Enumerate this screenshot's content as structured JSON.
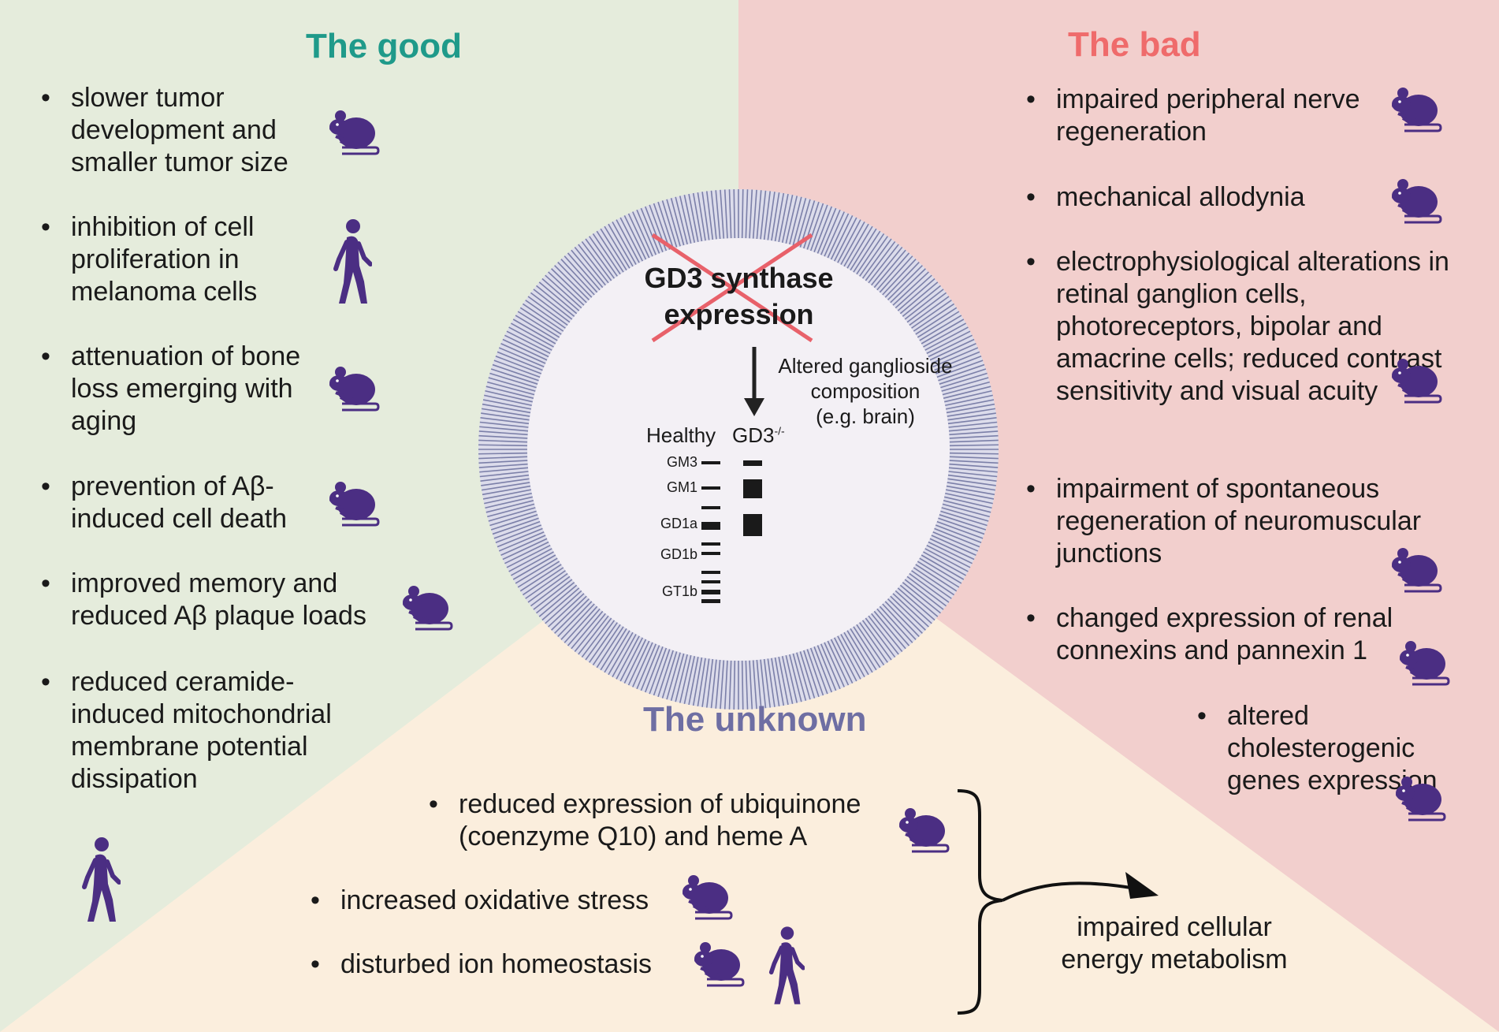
{
  "sections": {
    "good": {
      "title": "The good",
      "items": [
        {
          "text": "slower tumor development and smaller tumor size",
          "icon": "mouse-icon"
        },
        {
          "text": "inhibition of cell proliferation in melanoma cells",
          "icon": "human-icon"
        },
        {
          "text": "attenuation of bone loss emerging with aging",
          "icon": "mouse-icon"
        },
        {
          "text": "prevention of Aβ-induced cell death",
          "icon": "mouse-icon"
        },
        {
          "text": "improved memory and reduced Aβ plaque loads",
          "icon": "mouse-icon"
        },
        {
          "text": "reduced ceramide-induced mitochondrial membrane potential dissipation",
          "icon": "human-icon"
        }
      ]
    },
    "bad": {
      "title": "The bad",
      "items": [
        {
          "text": "impaired peripheral nerve regeneration",
          "icon": "mouse-icon"
        },
        {
          "text": "mechanical allodynia",
          "icon": "mouse-icon"
        },
        {
          "text": "electrophysiological alterations in retinal ganglion cells, photoreceptors, bipolar and amacrine cells; reduced contrast sensitivity and visual acuity",
          "icon": "mouse-icon"
        },
        {
          "text": "impairment of spontaneous regeneration of neuromuscular junctions",
          "icon": "mouse-icon"
        },
        {
          "text": "changed  expression of renal connexins and pannexin 1",
          "icon": "mouse-icon"
        },
        {
          "text": "altered cholesterogenic genes expression",
          "icon": "mouse-icon"
        }
      ]
    },
    "unknown": {
      "title": "The unknown",
      "items": [
        {
          "text": "reduced expression of ubiquinone (coenzyme Q10) and heme A",
          "icon": "mouse-icon"
        },
        {
          "text": "increased oxidative stress",
          "icon": "mouse-icon"
        },
        {
          "text": "disturbed ion homeostasis",
          "icon": "mouse-icon, human-icon"
        }
      ],
      "outcome": "impaired cellular energy metabolism"
    }
  },
  "center": {
    "crossed_text_line1": "GD3 synthase",
    "crossed_text_line2": "expression",
    "arrow_text_line1": "Altered ganglioside",
    "arrow_text_line2": "composition",
    "arrow_text_line3": "(e.g. brain)",
    "lane_healthy": "Healthy",
    "lane_ko": "GD3",
    "lane_ko_sup": "-/-",
    "bands": [
      "GM3",
      "GM1",
      "GD1a",
      "GD1b",
      "GT1b"
    ]
  },
  "colors": {
    "good_bg": "#e5ecdc",
    "bad_bg": "#f2cfcd",
    "unknown_bg": "#fbeedd",
    "good_title": "#1f9a8a",
    "bad_title": "#ef6b6b",
    "unknown_title": "#6e6ea3",
    "icon": "#4b2e83",
    "cross": "#e8616a",
    "ring": "#7b7fa8"
  }
}
